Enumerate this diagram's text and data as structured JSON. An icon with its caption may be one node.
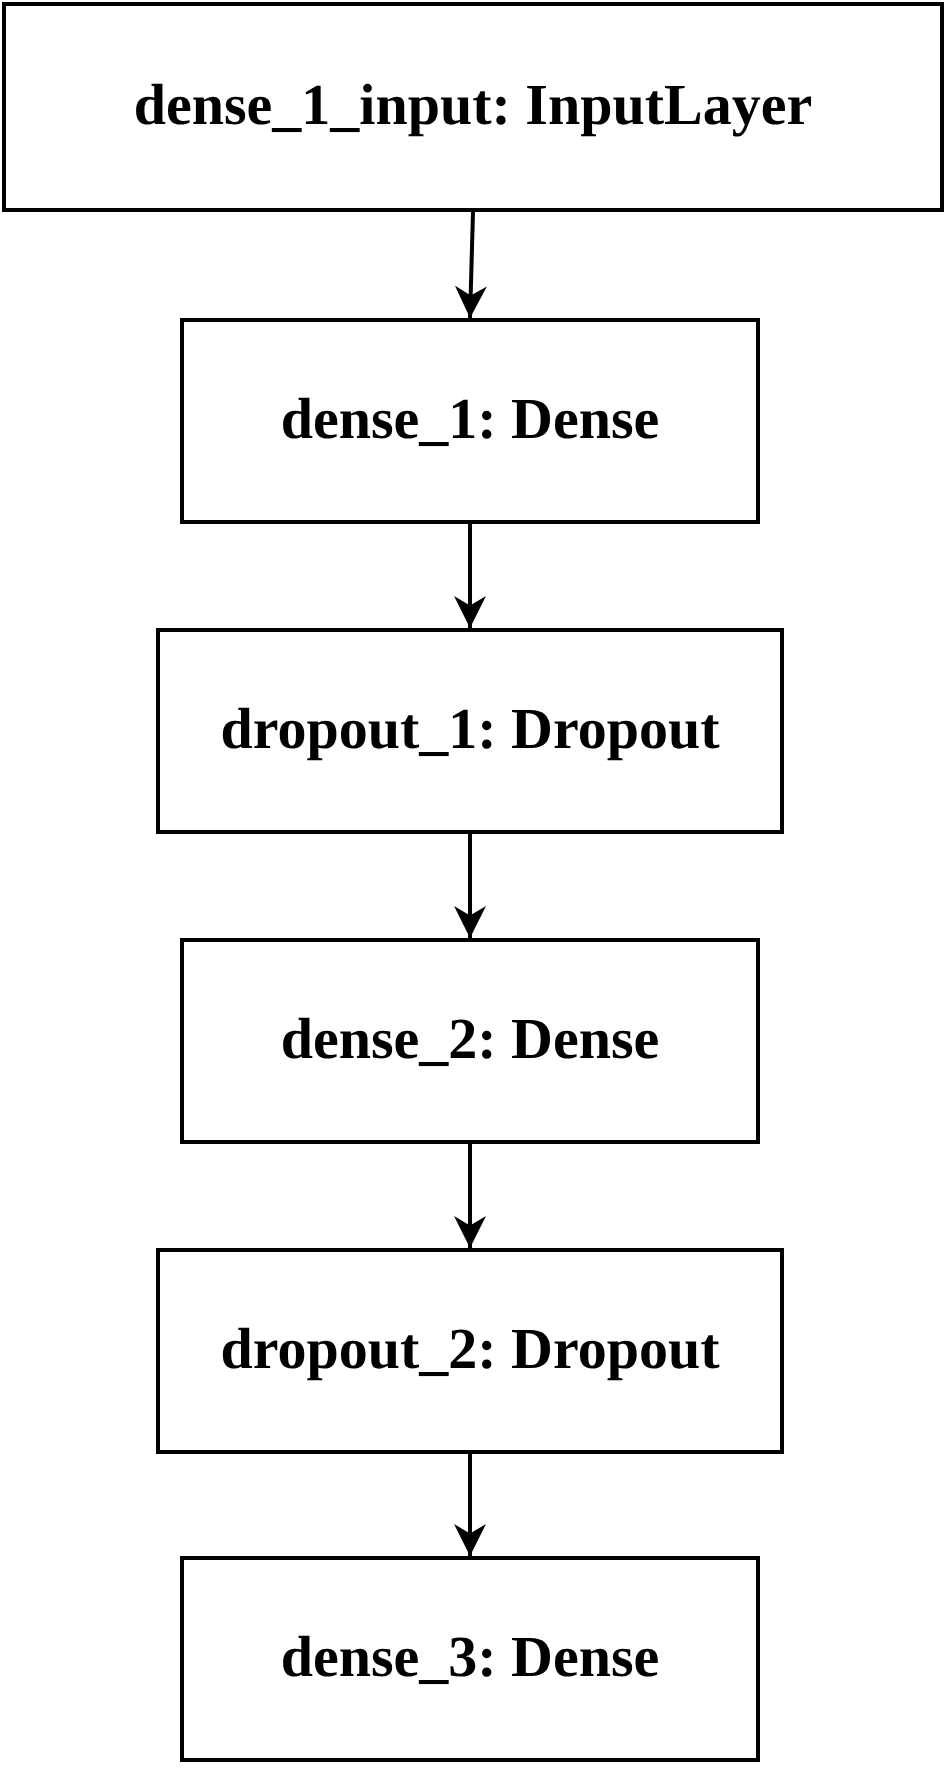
{
  "diagram": {
    "nodes": [
      {
        "text": [
          "dense_1_input: InputLayer"
        ]
      },
      {
        "text": [
          "dense_1: Dense"
        ]
      },
      {
        "text": [
          "dropout_1: Dropout"
        ]
      },
      {
        "text": [
          "dense_2: Dense"
        ]
      },
      {
        "text": [
          "dropout_2: Dropout"
        ]
      },
      {
        "text": [
          "dense_3: Dense"
        ]
      }
    ],
    "edges": [
      {
        "from": 0,
        "to": 1,
        "arrow": "to"
      },
      {
        "from": 1,
        "to": 2,
        "arrow": "to"
      },
      {
        "from": 2,
        "to": 3,
        "arrow": "to"
      },
      {
        "from": 3,
        "to": 4,
        "arrow": "to"
      },
      {
        "from": 4,
        "to": 5,
        "arrow": "to"
      }
    ]
  }
}
